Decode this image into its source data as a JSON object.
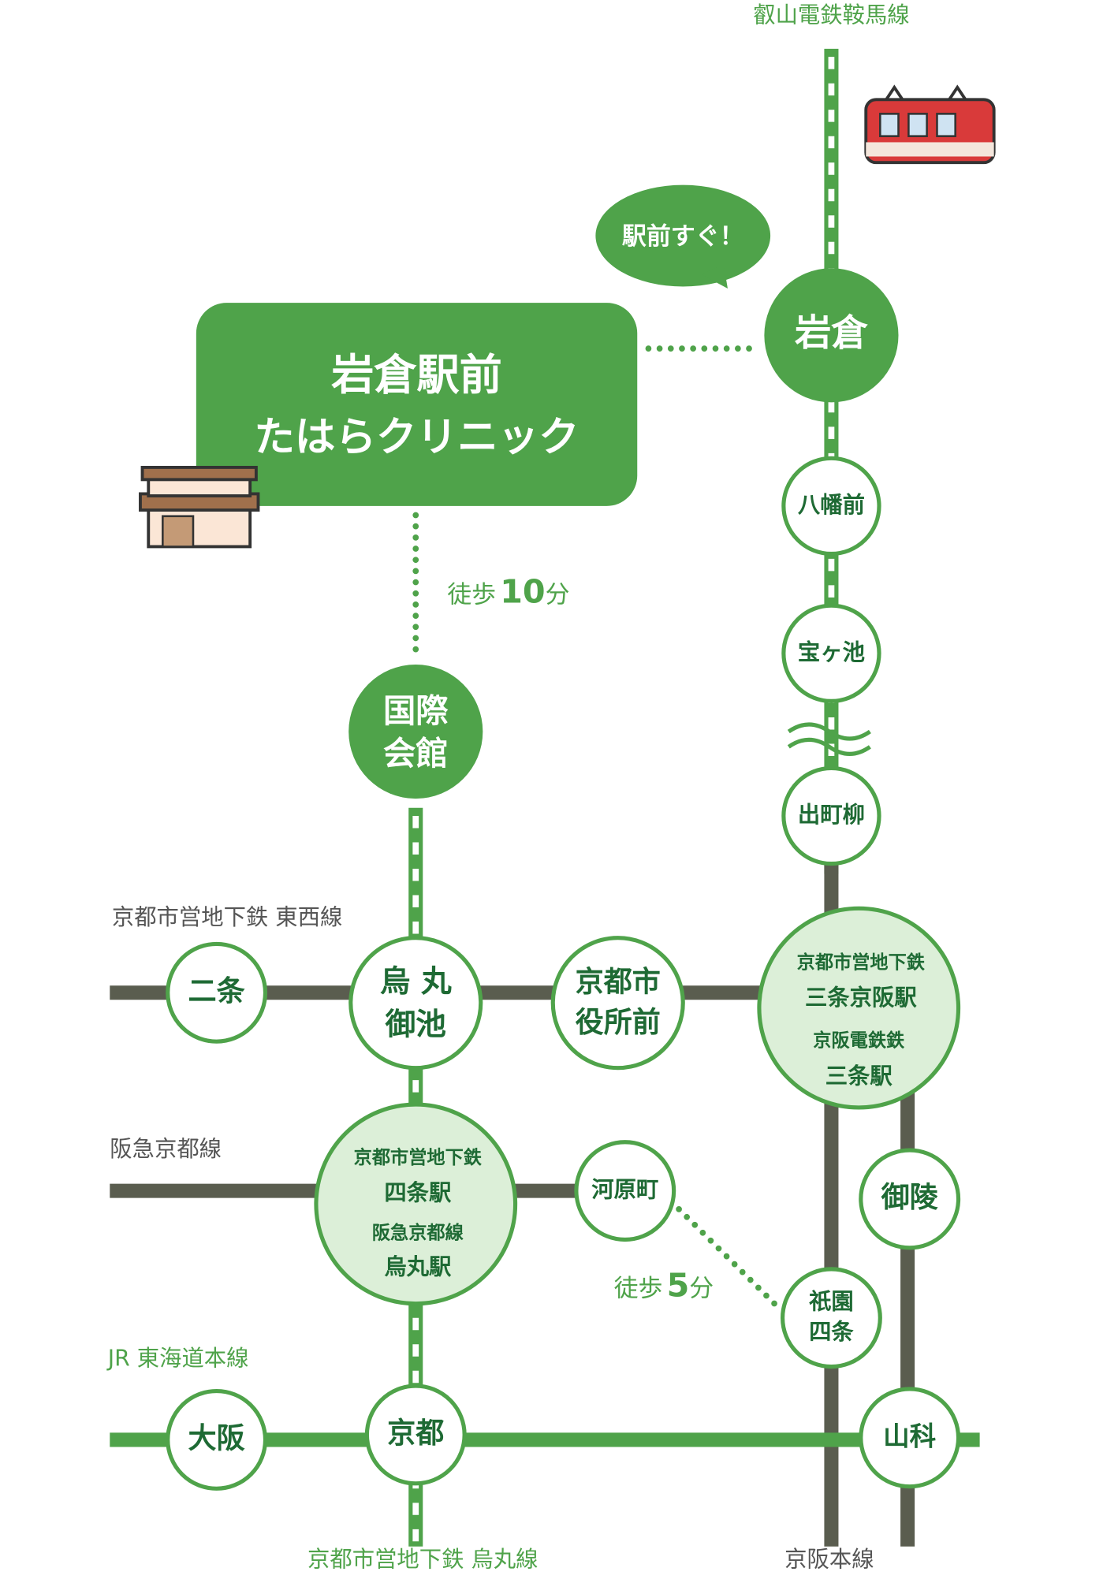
{
  "colors": {
    "green": "#4fa34a",
    "dark_line": "#5a5d4f",
    "light_fill": "#dcefd8",
    "text_green": "#1e6a34"
  },
  "clinic": {
    "line1": "岩倉駅前",
    "line2": "たはらクリニック"
  },
  "bubble": "駅前すぐ！",
  "walk_10": {
    "prefix": "徒歩",
    "num": "10",
    "unit": "分"
  },
  "walk_5": {
    "prefix": "徒歩",
    "num": "5",
    "unit": "分"
  },
  "lines": {
    "eizan": "叡山電鉄鞍馬線",
    "tozai": "京都市営地下鉄 東西線",
    "hankyu": "阪急京都線",
    "jr": "JR 東海道本線",
    "karasuma": "京都市営地下鉄 烏丸線",
    "keihan": "京阪本線"
  },
  "stations": {
    "iwakura": "岩倉",
    "hachimanmae": "八幡前",
    "takaragaike": "宝ヶ池",
    "demachiyanagi": "出町柳",
    "kokusai": [
      "国際",
      "会館"
    ],
    "nijo": "二条",
    "karasuma_oike": [
      "烏 丸",
      "御池"
    ],
    "shiyakusho": [
      "京都市",
      "役所前"
    ],
    "sanjo": [
      "京都市営地下鉄",
      "三条京阪駅",
      "京阪電鉄鉄",
      "三条駅"
    ],
    "shijo": [
      "京都市営地下鉄",
      "四条駅",
      "阪急京都線",
      "烏丸駅"
    ],
    "kawaramachi": "河原町",
    "misasagi": "御陵",
    "gion": [
      "祇園",
      "四条"
    ],
    "osaka": "大阪",
    "kyoto": "京都",
    "yamashina": "山科"
  }
}
